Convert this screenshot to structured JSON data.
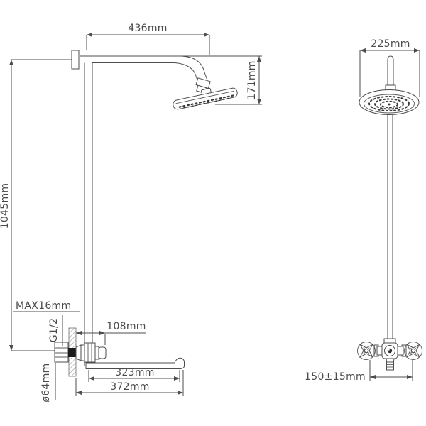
{
  "labels": {
    "arm_length": "436mm",
    "head_drop": "171mm",
    "column_height": "1045mm",
    "max_wall": "MAX16mm",
    "thread_size": "G1/2",
    "valve_depth": "108mm",
    "spout_length": "323mm",
    "spout_total": "372mm",
    "escutcheon_dia": "ø64mm",
    "head_width": "225mm",
    "inlet_spacing": "150±15mm"
  },
  "colors": {
    "line": "#4d4d4d",
    "text": "#4a4a4a",
    "wall_plug": "#1a1a1a",
    "hatch": "#949494",
    "background": "#ffffff"
  }
}
